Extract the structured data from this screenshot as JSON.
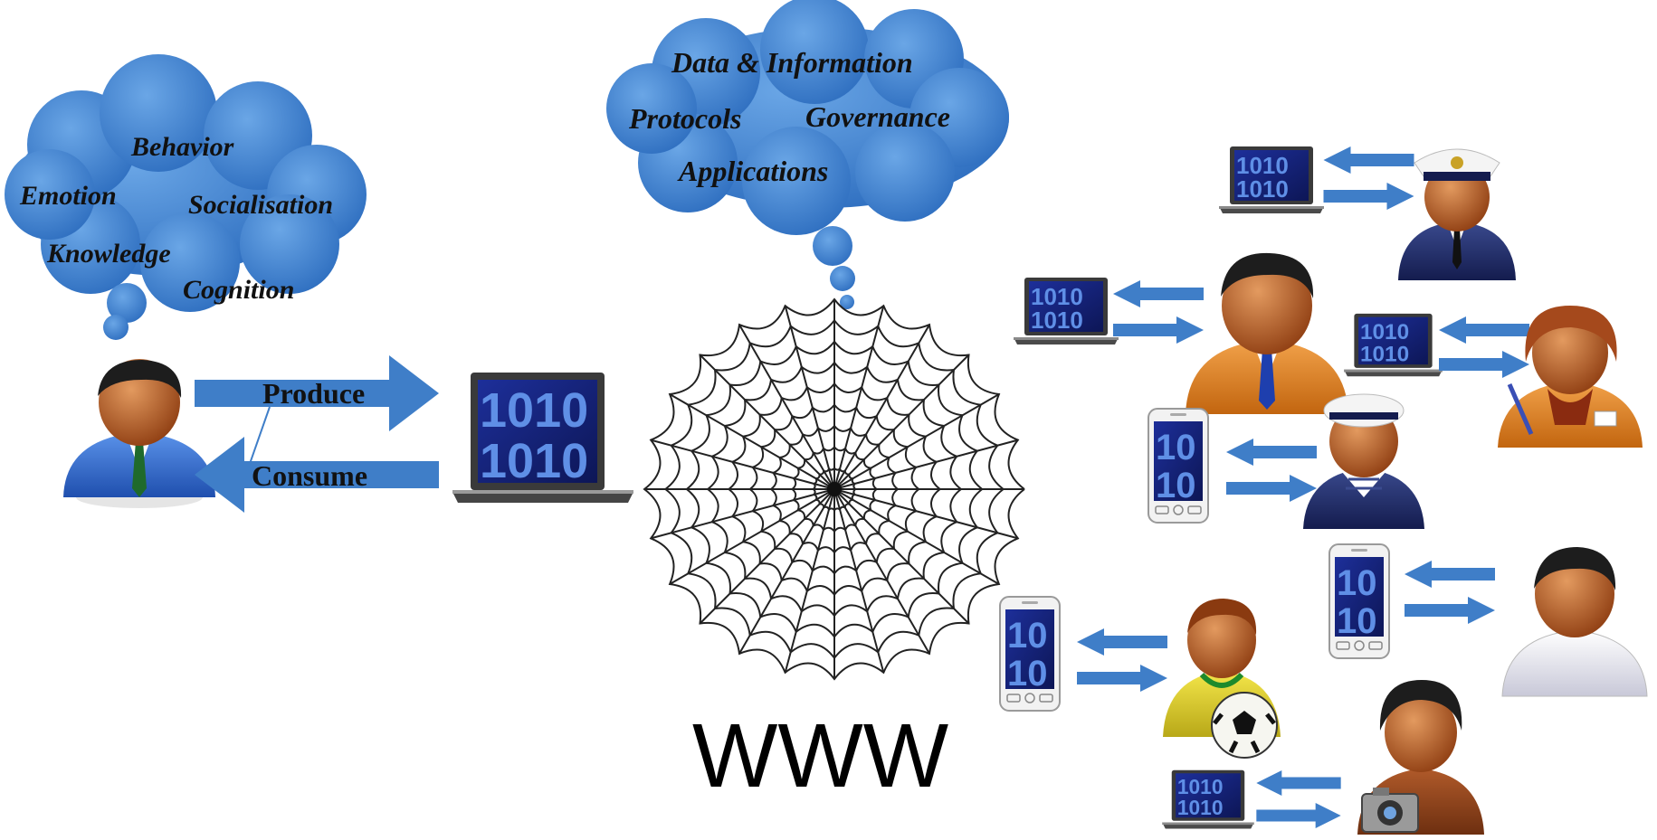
{
  "diagram": {
    "user_cloud": {
      "terms": [
        "Behavior",
        "Emotion",
        "Socialisation",
        "Knowledge",
        "Cognition"
      ]
    },
    "web_cloud": {
      "terms": [
        "Data & Information",
        "Protocols",
        "Governance",
        "Applications"
      ]
    },
    "arrows": {
      "produce": "Produce",
      "consume": "Consume"
    },
    "web_label": "WWW",
    "screen_binary": "1010",
    "icons": {
      "user": "user-avatar-icon",
      "laptop": "laptop-icon",
      "phone": "smartphone-icon",
      "web": "spider-web-icon"
    },
    "colors": {
      "cloud": "#3d7fcf",
      "arrow": "#3f7ec8",
      "screen": "#1b2a8c",
      "skin": "#b0531c",
      "hair": "#1d1d1d"
    }
  }
}
